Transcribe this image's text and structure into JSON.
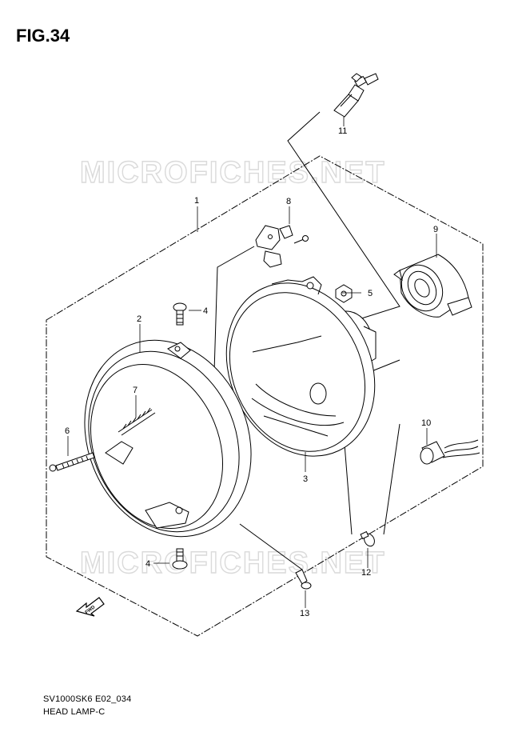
{
  "figure": "FIG.34",
  "watermark": "MICROFICHES.NET",
  "footer": {
    "code": "SV1000SK6 E02_034",
    "name": "HEAD LAMP-C"
  },
  "fwd_label": "FWD",
  "callouts": {
    "c1": "1",
    "c2": "2",
    "c3": "3",
    "c4a": "4",
    "c4b": "4",
    "c5": "5",
    "c6": "6",
    "c7": "7",
    "c8": "8",
    "c9": "9",
    "c10": "10",
    "c11": "11",
    "c12": "12",
    "c13": "13"
  }
}
